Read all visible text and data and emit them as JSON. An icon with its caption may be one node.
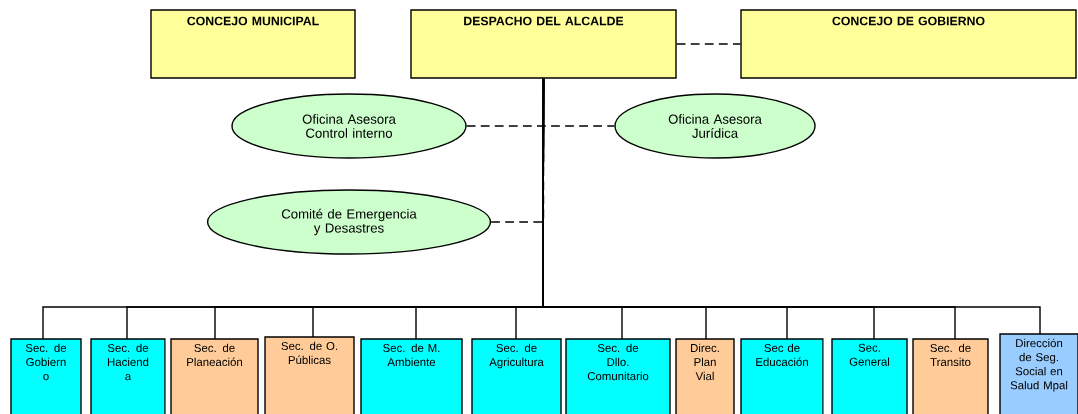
{
  "diagram": {
    "nodes": [
      {
        "text": [
          "CONCEJO MUNICIPAL"
        ]
      },
      {
        "text": [
          "DESPACHO DEL ALCALDE"
        ]
      },
      {
        "text": [
          "CONCEJO DE GOBIERNO"
        ]
      },
      {
        "text": [
          "Oficina Asesora Control interno"
        ]
      },
      {
        "text": [
          "Oficina Asesora Jurídica"
        ]
      },
      {
        "text": [
          "Comité de Emergencia y Desastres"
        ]
      },
      {
        "text": [
          "Sec. de Gobiern o"
        ]
      },
      {
        "text": [
          "Sec. de Haciend a"
        ]
      },
      {
        "text": [
          "Sec. de Planeación"
        ]
      },
      {
        "text": [
          "Sec. de O. Públicas"
        ]
      },
      {
        "text": [
          "Sec. de M. Ambiente"
        ]
      },
      {
        "text": [
          "Sec. de Agricultura"
        ]
      },
      {
        "text": [
          "Sec. de Dllo. Comunitario"
        ]
      },
      {
        "text": [
          "Direc. Plan Vial"
        ]
      },
      {
        "text": [
          "Sec de Educación"
        ]
      },
      {
        "text": [
          "Sec. General"
        ]
      },
      {
        "text": [
          "Sec.  de Transito"
        ]
      },
      {
        "text": [
          "Dirección de Seg. Social en Salud Mpal"
        ]
      }
    ],
    "edges": [
      {
        "from": 1,
        "to": 2,
        "arrow": "none",
        "style": "dashed"
      },
      {
        "from": 3,
        "to": 4,
        "arrow": "none",
        "style": "dashed"
      },
      {
        "from": 5,
        "to": 1,
        "arrow": "none",
        "style": "dashed"
      },
      {
        "from": 1,
        "to": 6,
        "arrow": "none"
      },
      {
        "from": 1,
        "to": 7,
        "arrow": "none"
      },
      {
        "from": 1,
        "to": 8,
        "arrow": "none"
      },
      {
        "from": 1,
        "to": 9,
        "arrow": "none"
      },
      {
        "from": 1,
        "to": 10,
        "arrow": "none"
      },
      {
        "from": 1,
        "to": 11,
        "arrow": "none"
      },
      {
        "from": 1,
        "to": 12,
        "arrow": "none"
      },
      {
        "from": 1,
        "to": 13,
        "arrow": "none"
      },
      {
        "from": 1,
        "to": 14,
        "arrow": "none"
      },
      {
        "from": 1,
        "to": 15,
        "arrow": "none"
      },
      {
        "from": 1,
        "to": 16,
        "arrow": "none"
      },
      {
        "from": 1,
        "to": 17,
        "arrow": "none"
      }
    ]
  }
}
